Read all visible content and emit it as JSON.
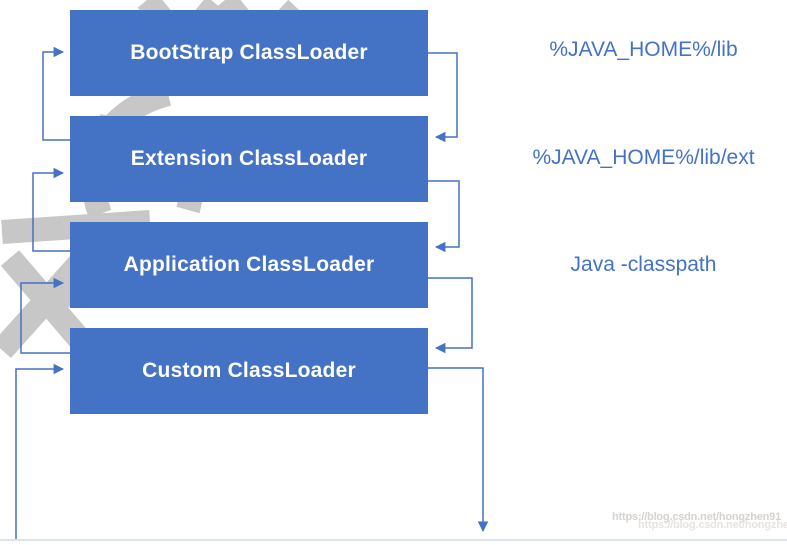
{
  "diagram": {
    "boxes": [
      {
        "label": "BootStrap ClassLoader"
      },
      {
        "label": "Extension ClassLoader"
      },
      {
        "label": "Application ClassLoader"
      },
      {
        "label": "Custom ClassLoader"
      }
    ],
    "side_labels": [
      {
        "text": "%JAVA_HOME%/lib"
      },
      {
        "text": "%JAVA_HOME%/lib/ext"
      },
      {
        "text": "Java -classpath"
      }
    ],
    "colors": {
      "box_fill": "#4472C4",
      "box_text": "#FFFFFF",
      "connector": "#4472C4",
      "side_label": "#4472C4"
    }
  },
  "watermarks": {
    "url_text": "https://blog.csdn.net/hongzhen91"
  }
}
